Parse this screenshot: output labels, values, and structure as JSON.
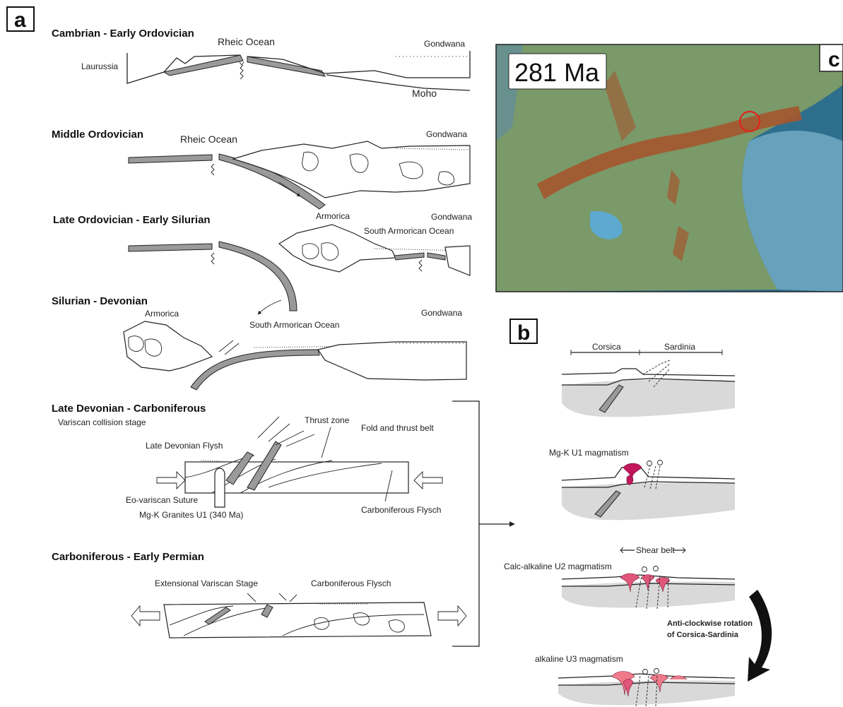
{
  "panel_tags": {
    "a": "a",
    "b": "b",
    "c": "c"
  },
  "panel_a": {
    "stage1": {
      "title": "Cambrian - Early Ordovician",
      "ocean": "Rheic Ocean",
      "left": "Laurussia",
      "right": "Gondwana",
      "moho": "Moho"
    },
    "stage2": {
      "title": "Middle Ordovician",
      "ocean": "Rheic Ocean",
      "right": "Gondwana"
    },
    "stage3": {
      "title": "Late Ordovician - Early Silurian",
      "armorica": "Armorica",
      "ocean": "South Armorican Ocean",
      "right": "Gondwana"
    },
    "stage4": {
      "title": "Silurian - Devonian",
      "armorica": "Armorica",
      "ocean": "South Armorican Ocean",
      "right": "Gondwana"
    },
    "stage5": {
      "title": "Late Devonian - Carboniferous",
      "subtitle": "Variscan collision stage",
      "flysh": "Late Devonian Flysh",
      "thrust_zone": "Thrust zone",
      "fold_belt": "Fold and thrust belt",
      "suture": "Eo-variscan Suture",
      "granites": "Mg-K Granites U1 (340 Ma)",
      "carb_flysch": "Carboniferous Flysch"
    },
    "stage6": {
      "title": "Carboniferous - Early Permian",
      "extensional": "Extensional Variscan Stage",
      "carb_flysch": "Carboniferous Flysch"
    }
  },
  "panel_b": {
    "corsica": "Corsica",
    "sardinia": "Sardinia",
    "u1": "Mg-K U1 magmatism",
    "shear_belt": "Shear belt",
    "u2": "Calc-alkaline U2 magmatism",
    "rotation_line1": "Anti-clockwise rotation",
    "rotation_line2": "of Corsica-Sardinia",
    "u3": "alkaline U3 magmatism"
  },
  "panel_c": {
    "age": "281 Ma"
  },
  "colors": {
    "ocean": "#4f9fc4",
    "land": "#7a9a6a",
    "mountain": "#a4562e",
    "marker": "#e0241b"
  }
}
